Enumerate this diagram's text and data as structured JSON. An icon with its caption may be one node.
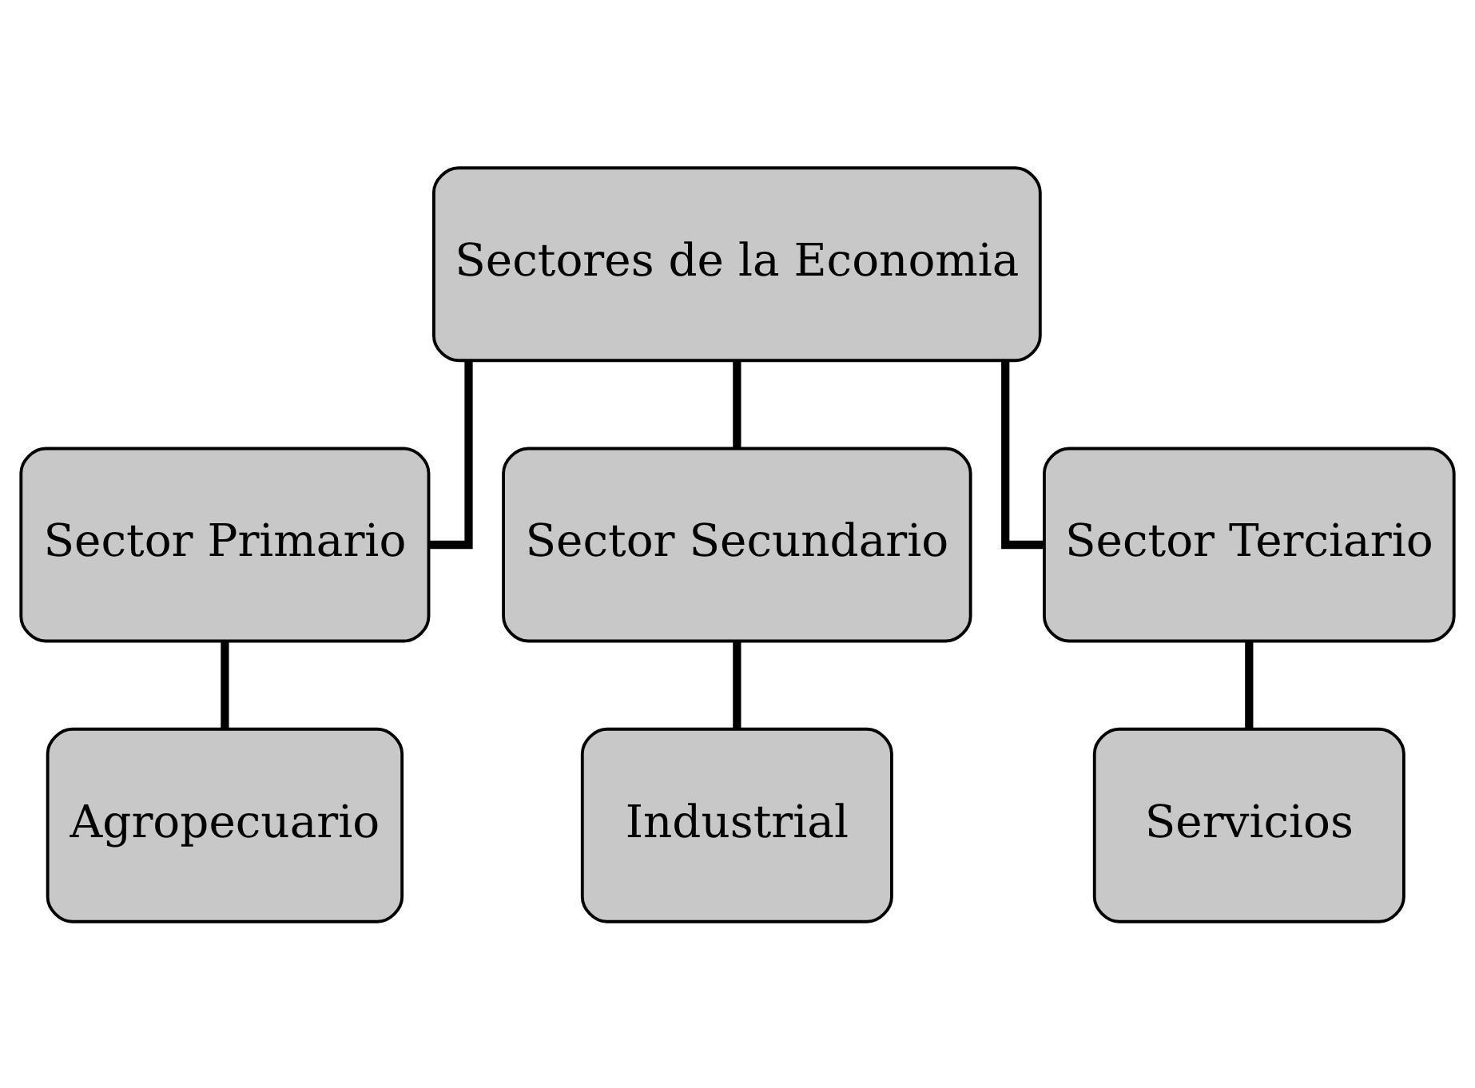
{
  "diagram": {
    "nodes": [
      {
        "text": [
          "Sectores de la Economia"
        ]
      },
      {
        "text": [
          "Sector Primario"
        ]
      },
      {
        "text": [
          "Sector Secundario"
        ]
      },
      {
        "text": [
          "Sector Terciario"
        ]
      },
      {
        "text": [
          "Agropecuario"
        ]
      },
      {
        "text": [
          "Industrial"
        ]
      },
      {
        "text": [
          "Servicios"
        ]
      }
    ],
    "edges": [
      {
        "from": 0,
        "to": 1,
        "arrow": "none"
      },
      {
        "from": 0,
        "to": 2,
        "arrow": "none"
      },
      {
        "from": 0,
        "to": 3,
        "arrow": "none"
      },
      {
        "from": 1,
        "to": 4,
        "arrow": "none"
      },
      {
        "from": 2,
        "to": 5,
        "arrow": "none"
      },
      {
        "from": 3,
        "to": 6,
        "arrow": "none"
      }
    ]
  }
}
